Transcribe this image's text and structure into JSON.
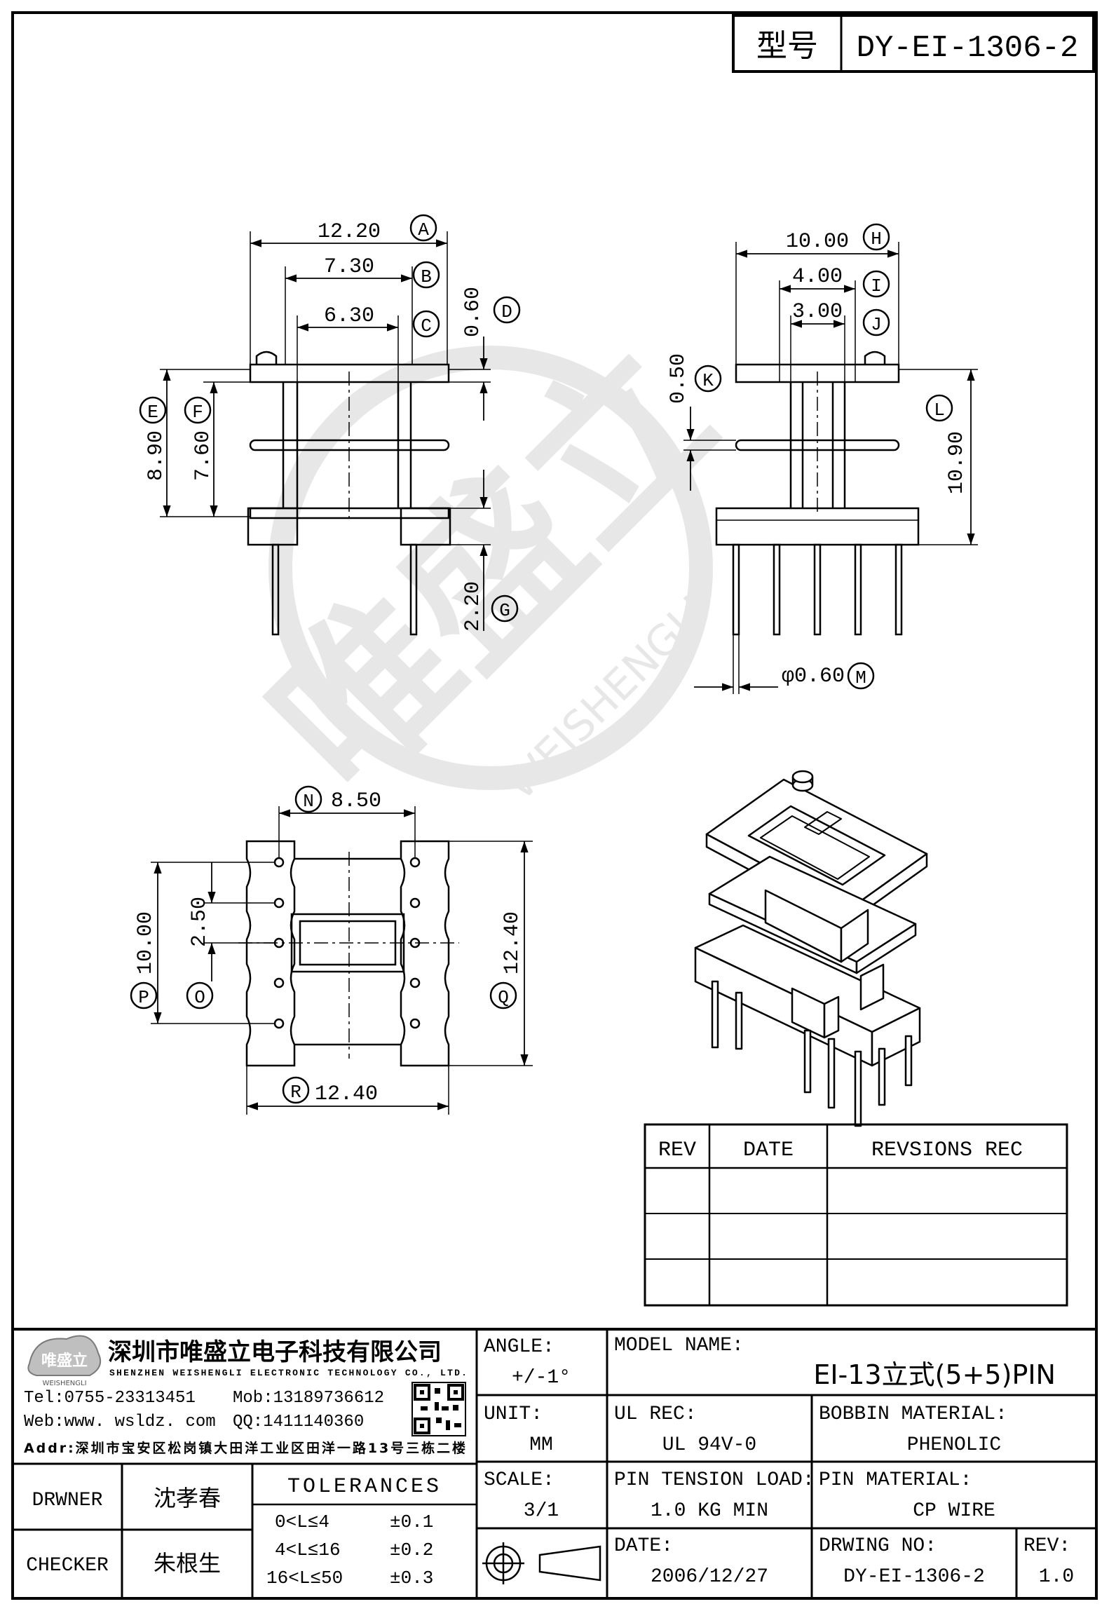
{
  "header": {
    "type_label": "型号",
    "model_code": "DY-EI-1306-2"
  },
  "front_view": {
    "dims": [
      {
        "value": "12.20",
        "tag": "A"
      },
      {
        "value": "7.30",
        "tag": "B"
      },
      {
        "value": "6.30",
        "tag": "C"
      },
      {
        "value": "0.60",
        "tag": "D"
      },
      {
        "value": "8.90",
        "tag": "E"
      },
      {
        "value": "7.60",
        "tag": "F"
      },
      {
        "value": "2.20",
        "tag": "G"
      }
    ]
  },
  "side_view": {
    "dims": [
      {
        "value": "10.00",
        "tag": "H"
      },
      {
        "value": "4.00",
        "tag": "I"
      },
      {
        "value": "3.00",
        "tag": "J"
      },
      {
        "value": "0.50",
        "tag": "K"
      },
      {
        "value": "10.90",
        "tag": "L"
      },
      {
        "value": "φ0.60",
        "tag": "M"
      }
    ]
  },
  "bottom_view": {
    "dims": [
      {
        "value": "8.50",
        "tag": "N"
      },
      {
        "value": "2.50",
        "tag": "O"
      },
      {
        "value": "10.00",
        "tag": "P"
      },
      {
        "value": "12.40",
        "tag": "Q"
      },
      {
        "value": "12.40",
        "tag": "R"
      }
    ]
  },
  "revisions": {
    "headers": [
      "REV",
      "DATE",
      "REVSIONS REC"
    ],
    "rows": [
      [
        "",
        "",
        ""
      ],
      [
        "",
        "",
        ""
      ],
      [
        "",
        "",
        ""
      ]
    ]
  },
  "company": {
    "logo_text": "唯盛立",
    "logo_sub": "WEISHENGLI",
    "name_cn": "深圳市唯盛立电子科技有限公司",
    "name_en": "SHENZHEN WEISHENGLI ELECTRONIC TECHNOLOGY CO., LTD.",
    "tel": "Tel:0755-23313451",
    "mob": "Mob:13189736612",
    "web": "Web:www. wsldz. com",
    "qq": "QQ:1411140360",
    "addr": "Addr:深圳市宝安区松岗镇大田洋工业区田洋一路13号三栋二楼"
  },
  "watermark": {
    "cn": "唯盛立",
    "en": "WEISHENGLI"
  },
  "title_block": {
    "angle_label": "ANGLE:",
    "angle_value": "+/-1°",
    "model_label": "MODEL NAME:",
    "model_value": "EI-13立式(5+5)PIN",
    "unit_label": "UNIT:",
    "unit_value": "MM",
    "ulrec_label": "UL REC:",
    "ulrec_value": "UL 94V-0",
    "bobbin_label": "BOBBIN MATERIAL:",
    "bobbin_value": "PHENOLIC",
    "scale_label": "SCALE:",
    "scale_value": "3/1",
    "tension_label": "PIN TENSION LOAD:",
    "tension_value": "1.0 KG MIN",
    "pinmat_label": "PIN MATERIAL:",
    "pinmat_value": "CP WIRE",
    "date_label": "DATE:",
    "date_value": "2006/12/27",
    "dwgno_label": "DRWING NO:",
    "dwgno_value": "DY-EI-1306-2",
    "rev_label": "REV:",
    "rev_value": "1.0",
    "drawer_label": "DRWNER",
    "drawer_value": "沈孝春",
    "checker_label": "CHECKER",
    "checker_value": "朱根生",
    "tolerances_label": "TOLERANCES",
    "tolerances": [
      {
        "range": "0<L≤4",
        "tol": "±0.1"
      },
      {
        "range": "4<L≤16",
        "tol": "±0.2"
      },
      {
        "range": "16<L≤50",
        "tol": "±0.3"
      }
    ]
  }
}
